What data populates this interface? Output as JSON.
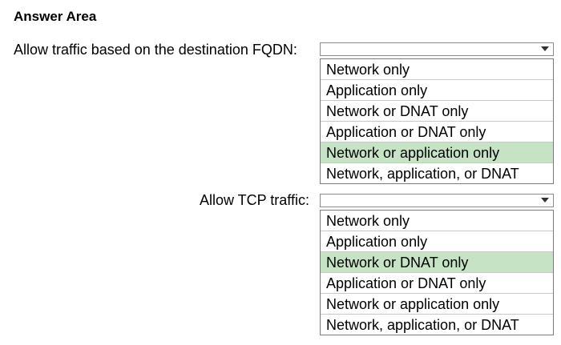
{
  "title": "Answer Area",
  "questions": [
    {
      "label": "Allow traffic based on the destination FQDN:",
      "selected_value": "",
      "options": [
        {
          "text": "Network only",
          "selected": false
        },
        {
          "text": "Application only",
          "selected": false
        },
        {
          "text": "Network or DNAT only",
          "selected": false
        },
        {
          "text": "Application or DNAT only",
          "selected": false
        },
        {
          "text": "Network or application only",
          "selected": true
        },
        {
          "text": "Network, application, or DNAT",
          "selected": false
        }
      ]
    },
    {
      "label": "Allow TCP traffic:",
      "selected_value": "",
      "options": [
        {
          "text": "Network only",
          "selected": false
        },
        {
          "text": "Application only",
          "selected": false
        },
        {
          "text": "Network or DNAT only",
          "selected": true
        },
        {
          "text": "Application or DNAT only",
          "selected": false
        },
        {
          "text": "Network or application only",
          "selected": false
        },
        {
          "text": "Network, application, or DNAT",
          "selected": false
        }
      ]
    }
  ],
  "colors": {
    "selected_highlight": "#c6e3c6",
    "border": "#7a7a7a"
  }
}
